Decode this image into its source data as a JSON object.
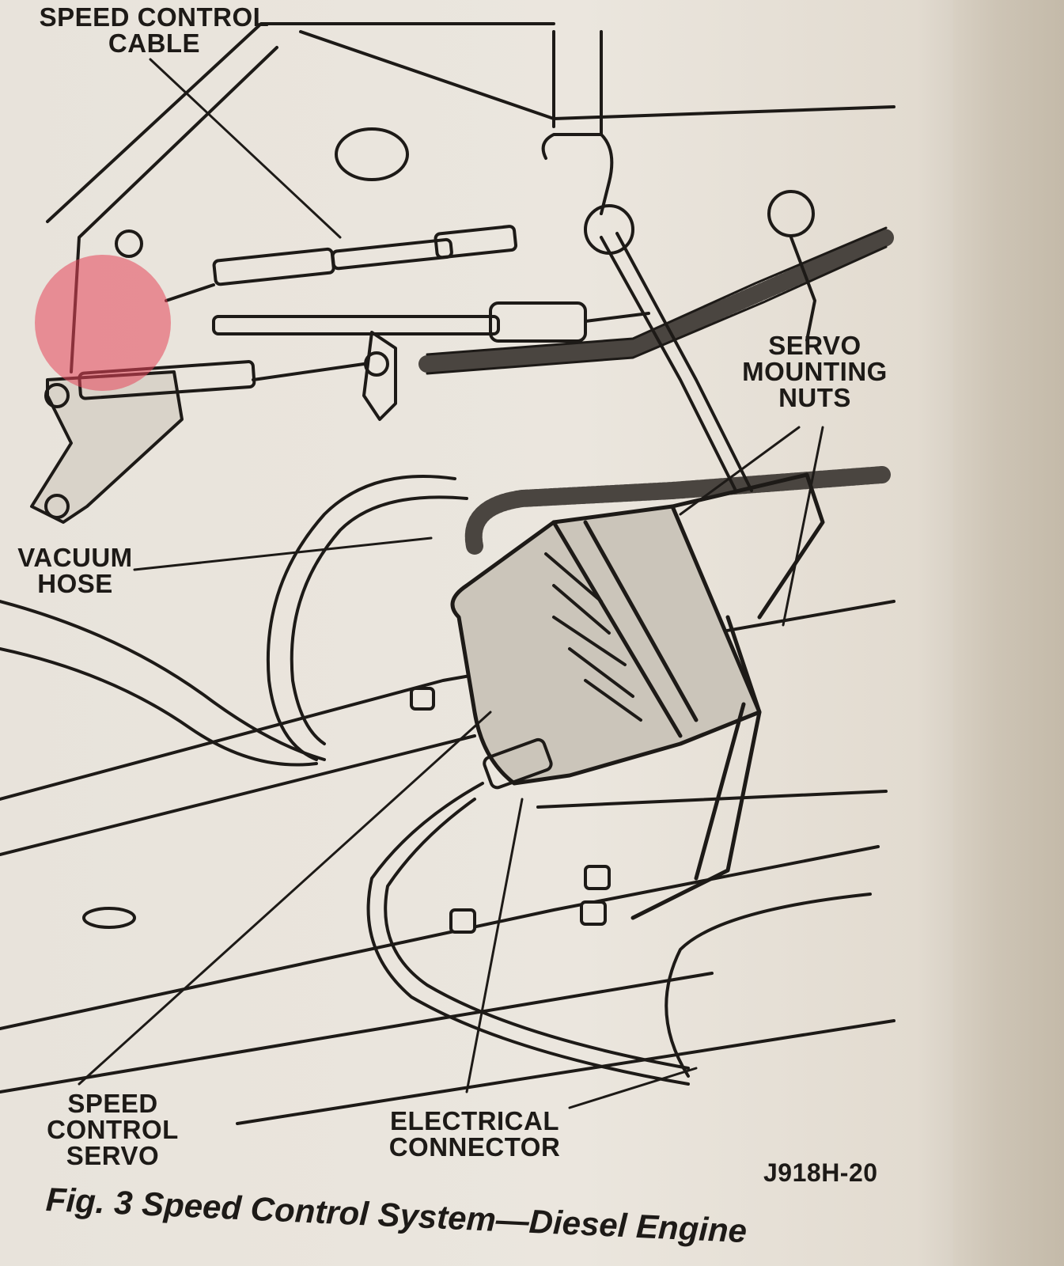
{
  "diagram": {
    "labels": {
      "speed_control_cable": [
        "SPEED CONTROL",
        "CABLE"
      ],
      "vacuum_hose": [
        "VACUUM",
        "HOSE"
      ],
      "servo_mounting_nuts": [
        "SERVO",
        "MOUNTING",
        "NUTS"
      ],
      "speed_control_servo": [
        "SPEED CONTROL",
        "SERVO"
      ],
      "electrical_connector": [
        "ELECTRICAL",
        "CONNECTOR"
      ]
    },
    "figure_id": "J918H-20",
    "caption": "Fig. 3 Speed Control System—Diesel Engine"
  },
  "colors": {
    "paper": "#ebe6de",
    "ink": "#1d1a17",
    "highlight": "#e6465a"
  }
}
